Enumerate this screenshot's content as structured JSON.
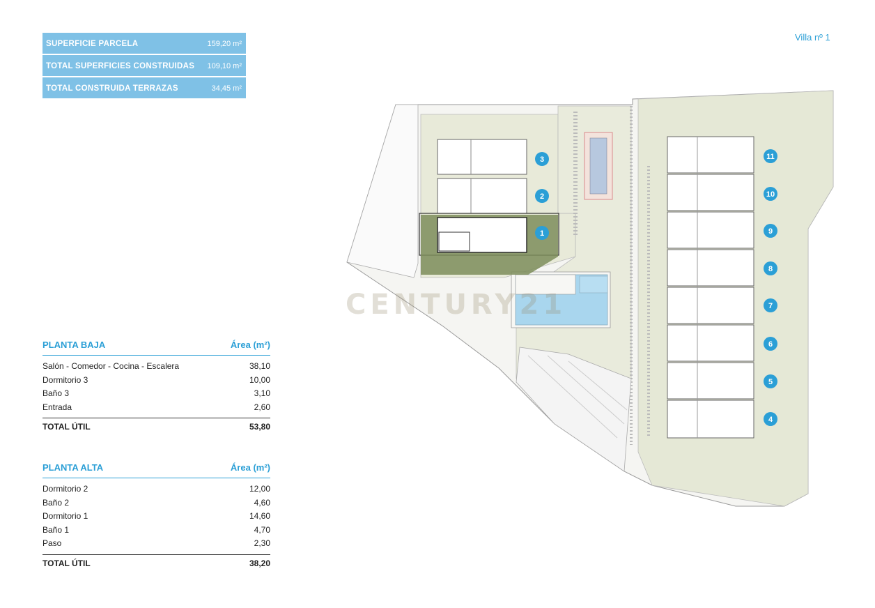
{
  "summary": {
    "rows": [
      {
        "label": "SUPERFICIE PARCELA",
        "value": "159,20 m²"
      },
      {
        "label": "TOTAL SUPERFICIES CONSTRUIDAS",
        "value": "109,10 m²"
      },
      {
        "label": "TOTAL CONSTRUIDA TERRAZAS",
        "value": "34,45 m²"
      }
    ]
  },
  "villa_label": "Villa nº 1",
  "planta_baja": {
    "title": "PLANTA BAJA",
    "area_header": "Área (m²)",
    "rows": [
      {
        "name": "Salón - Comedor - Cocina - Escalera",
        "value": "38,10"
      },
      {
        "name": "Dormitorio 3",
        "value": "10,00"
      },
      {
        "name": "Baño 3",
        "value": "3,10"
      },
      {
        "name": "Entrada",
        "value": "2,60"
      }
    ],
    "total_label": "TOTAL ÚTIL",
    "total_value": "53,80"
  },
  "planta_alta": {
    "title": "PLANTA ALTA",
    "area_header": "Área (m²)",
    "rows": [
      {
        "name": "Dormitorio 2",
        "value": "12,00"
      },
      {
        "name": "Baño 2",
        "value": "4,60"
      },
      {
        "name": "Dormitorio 1",
        "value": "14,60"
      },
      {
        "name": "Baño 1",
        "value": "4,70"
      },
      {
        "name": "Paso",
        "value": "2,30"
      }
    ],
    "total_label": "TOTAL ÚTIL",
    "total_value": "38,20"
  },
  "site_plan": {
    "unit_markers": [
      "1",
      "2",
      "3",
      "4",
      "5",
      "6",
      "7",
      "8",
      "9",
      "10",
      "11"
    ],
    "marker_color": "#2b9fd6",
    "highlight_color": "#7d8d5a",
    "watermark": "CENTURY21"
  }
}
